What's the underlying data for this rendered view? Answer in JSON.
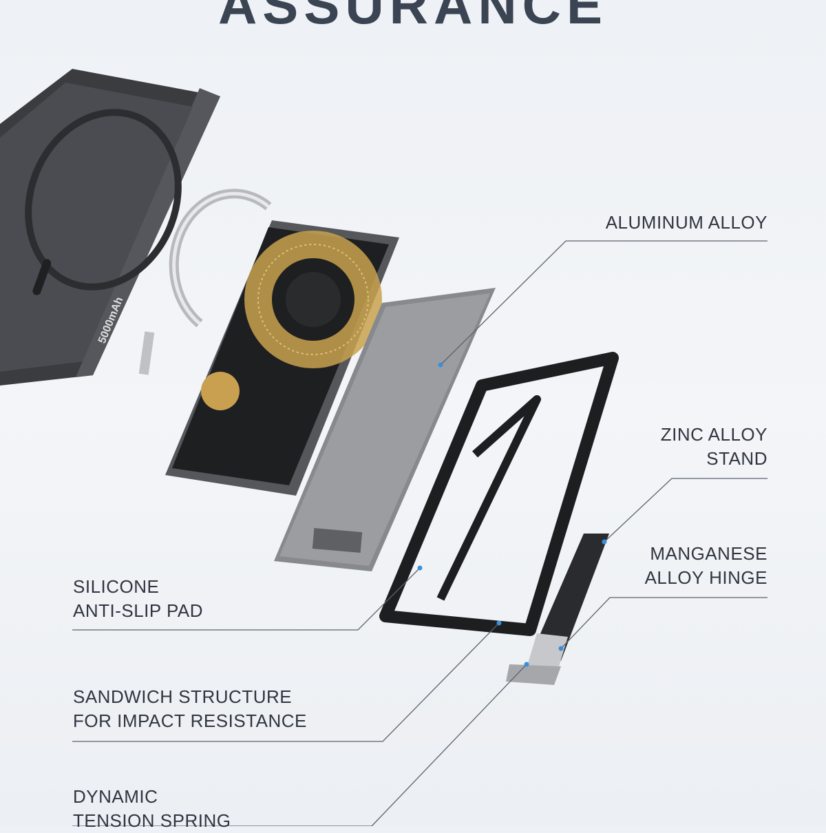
{
  "title": "ASSURANCE",
  "product": {
    "capacity_label": "5000mAh"
  },
  "callouts": [
    {
      "line1": "ALUMINUM ALLOY",
      "line2": ""
    },
    {
      "line1": "ZINC ALLOY",
      "line2": "STAND"
    },
    {
      "line1": "MANGANESE",
      "line2": "ALLOY HINGE"
    },
    {
      "line1": "SILICONE",
      "line2": "ANTI-SLIP PAD"
    },
    {
      "line1": "SANDWICH STRUCTURE",
      "line2": "FOR IMPACT RESISTANCE"
    },
    {
      "line1": "DYNAMIC",
      "line2": "TENSION SPRING"
    }
  ],
  "colors": {
    "accent": "#3b8fd9",
    "text": "#2f3440",
    "line": "#5a6270"
  }
}
